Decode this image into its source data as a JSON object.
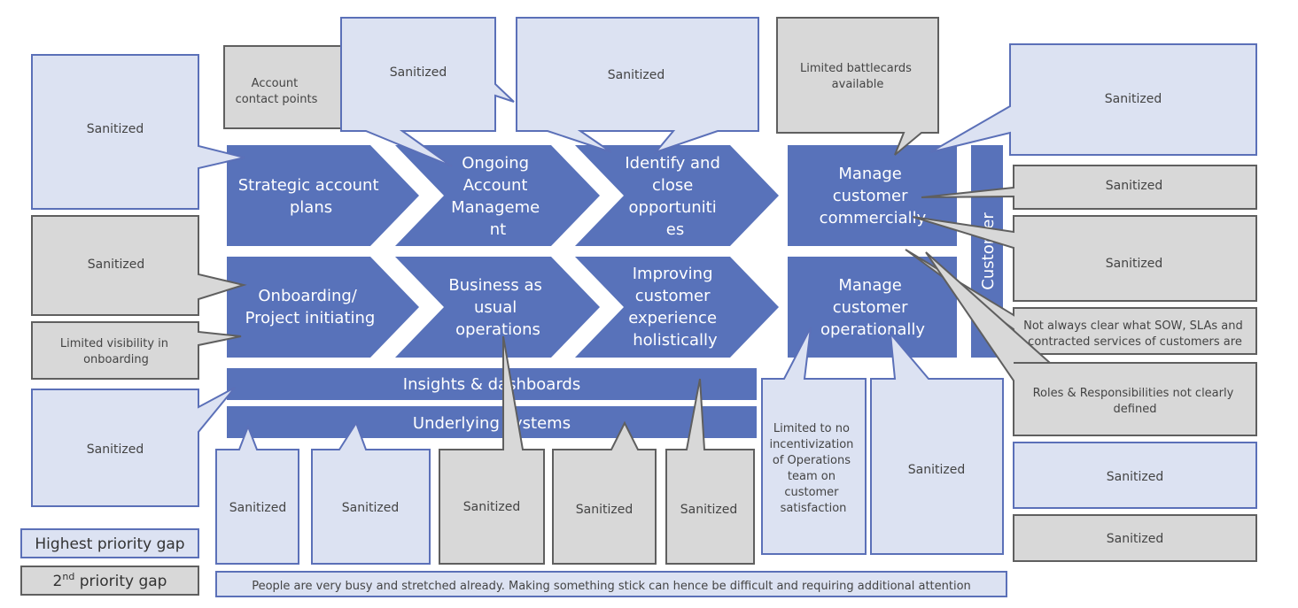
{
  "colors": {
    "process_fill": "#5872BA",
    "highest_priority_fill": "#DCE2F2",
    "highest_priority_stroke": "#5B70B8",
    "second_priority_fill": "#D8D8D8",
    "second_priority_stroke": "#5F5F5F",
    "process_text": "#FFFFFF",
    "callout_text": "#444444"
  },
  "process": {
    "row1": [
      {
        "name": "strategic-account-plans",
        "lines": [
          "Strategic account",
          "plans"
        ]
      },
      {
        "name": "ongoing-account-management",
        "lines": [
          "Ongoing",
          "Account",
          "Manageme",
          "nt"
        ]
      },
      {
        "name": "identify-and-close-opportunities",
        "lines": [
          "Identify and",
          "close",
          "opportuniti",
          "es"
        ]
      }
    ],
    "row2": [
      {
        "name": "onboarding-project-initiating",
        "lines": [
          "Onboarding/",
          "Project initiating"
        ]
      },
      {
        "name": "business-as-usual-operations",
        "lines": [
          "Business as",
          "usual",
          "operations"
        ]
      },
      {
        "name": "improving-customer-experience",
        "lines": [
          "Improving",
          "customer",
          "experience",
          "holistically"
        ]
      }
    ],
    "manage_commercially": [
      "Manage",
      "customer",
      "commercially"
    ],
    "manage_operationally": [
      "Manage",
      "customer",
      "operationally"
    ],
    "insights_bar": "Insights & dashboards",
    "systems_bar": "Underlying systems",
    "customer_label": "Customer"
  },
  "callouts": {
    "sanitized": "Sanitized",
    "account_contact_points": [
      "Account",
      "contact points"
    ],
    "limited_battlecards": [
      "Limited battlecards",
      "available"
    ],
    "limited_visibility_onboarding": [
      "Limited visibility in",
      "onboarding"
    ],
    "limited_incentivization": [
      "Limited to no",
      "incentivization",
      "of Operations",
      "team on",
      "customer",
      "satisfaction"
    ],
    "sow_sla_unclear": [
      "Not always clear what SOW, SLAs and",
      "contracted services of customers are"
    ],
    "roles_responsibilities": [
      "Roles & Responsibilities not clearly",
      "defined"
    ]
  },
  "footer_note": "People are very busy and stretched already. Making something stick can hence be difficult and requiring additional attention",
  "legend": {
    "highest": "Highest priority gap",
    "second_base": "2",
    "second_sup": "nd",
    "second_rest": " priority gap"
  }
}
